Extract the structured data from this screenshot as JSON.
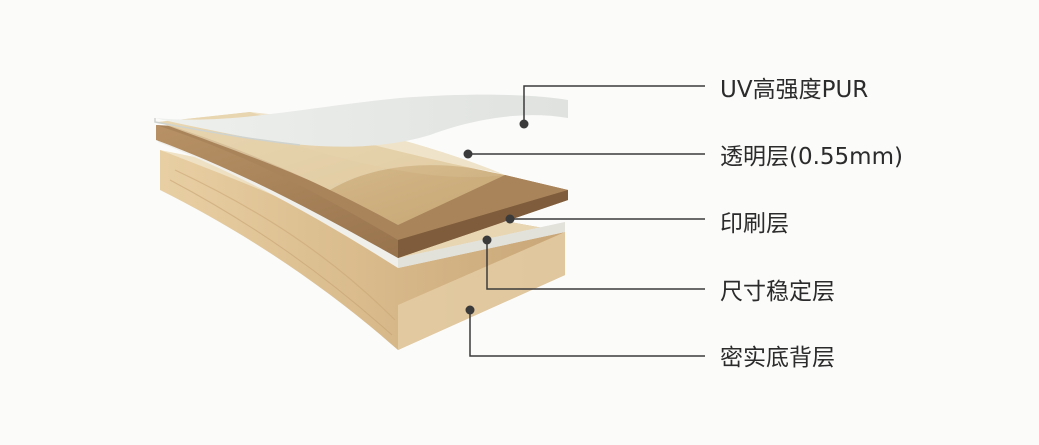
{
  "layers": [
    {
      "label": "UV高强度PUR"
    },
    {
      "label": "透明层(0.55mm)"
    },
    {
      "label": "印刷层"
    },
    {
      "label": "尺寸稳定层"
    },
    {
      "label": "密实底背层"
    }
  ],
  "colors": {
    "background": "#fbfbfa",
    "uv_layer": "#e4e6e3",
    "wear_layer": "#d8bf93",
    "print_layer": "#a07c55",
    "stability_layer": "#ecebe6",
    "backing_layer": "#dcc29a",
    "leader_line": "#3a3a3a",
    "label_text": "#2b2b2b"
  }
}
